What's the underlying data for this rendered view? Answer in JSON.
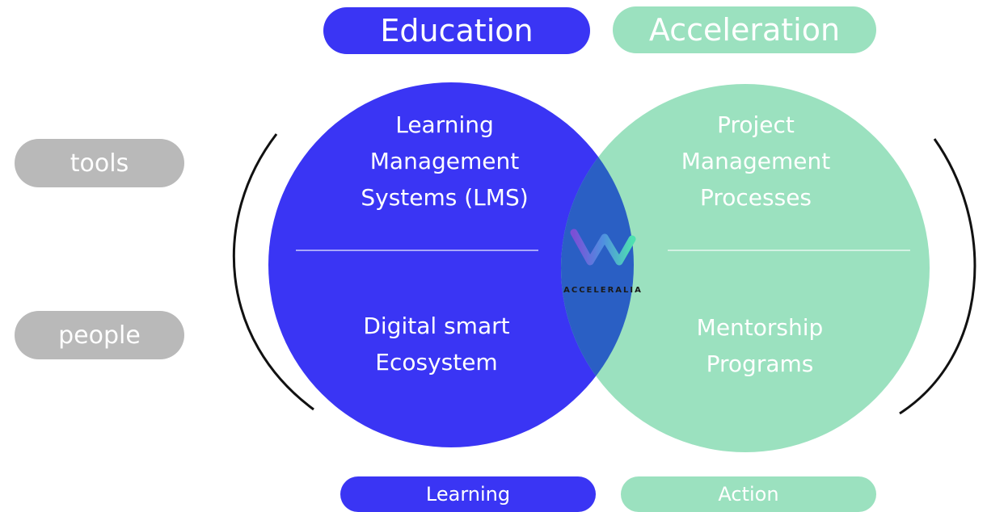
{
  "headers": {
    "education": "Education",
    "acceleration": "Acceleration"
  },
  "rows": {
    "tools": "tools",
    "people": "people"
  },
  "footers": {
    "learning": "Learning",
    "action": "Action"
  },
  "cells": {
    "education_tools": [
      "Learning",
      "Management",
      "Systems (LMS)"
    ],
    "acceleration_tools": [
      "Project",
      "Management",
      "Processes"
    ],
    "education_people": [
      "Digital smart",
      "Ecosystem"
    ],
    "acceleration_people": [
      "Mentorship",
      "Programs"
    ]
  },
  "logo": {
    "text": "ACCELERALIA",
    "icon": "acceleralia-logo-icon"
  },
  "colors": {
    "education": "#3a35f4",
    "acceleration": "#9be1bf",
    "overlap": "#2a5fc4",
    "row_label": "#b9b9b9"
  }
}
